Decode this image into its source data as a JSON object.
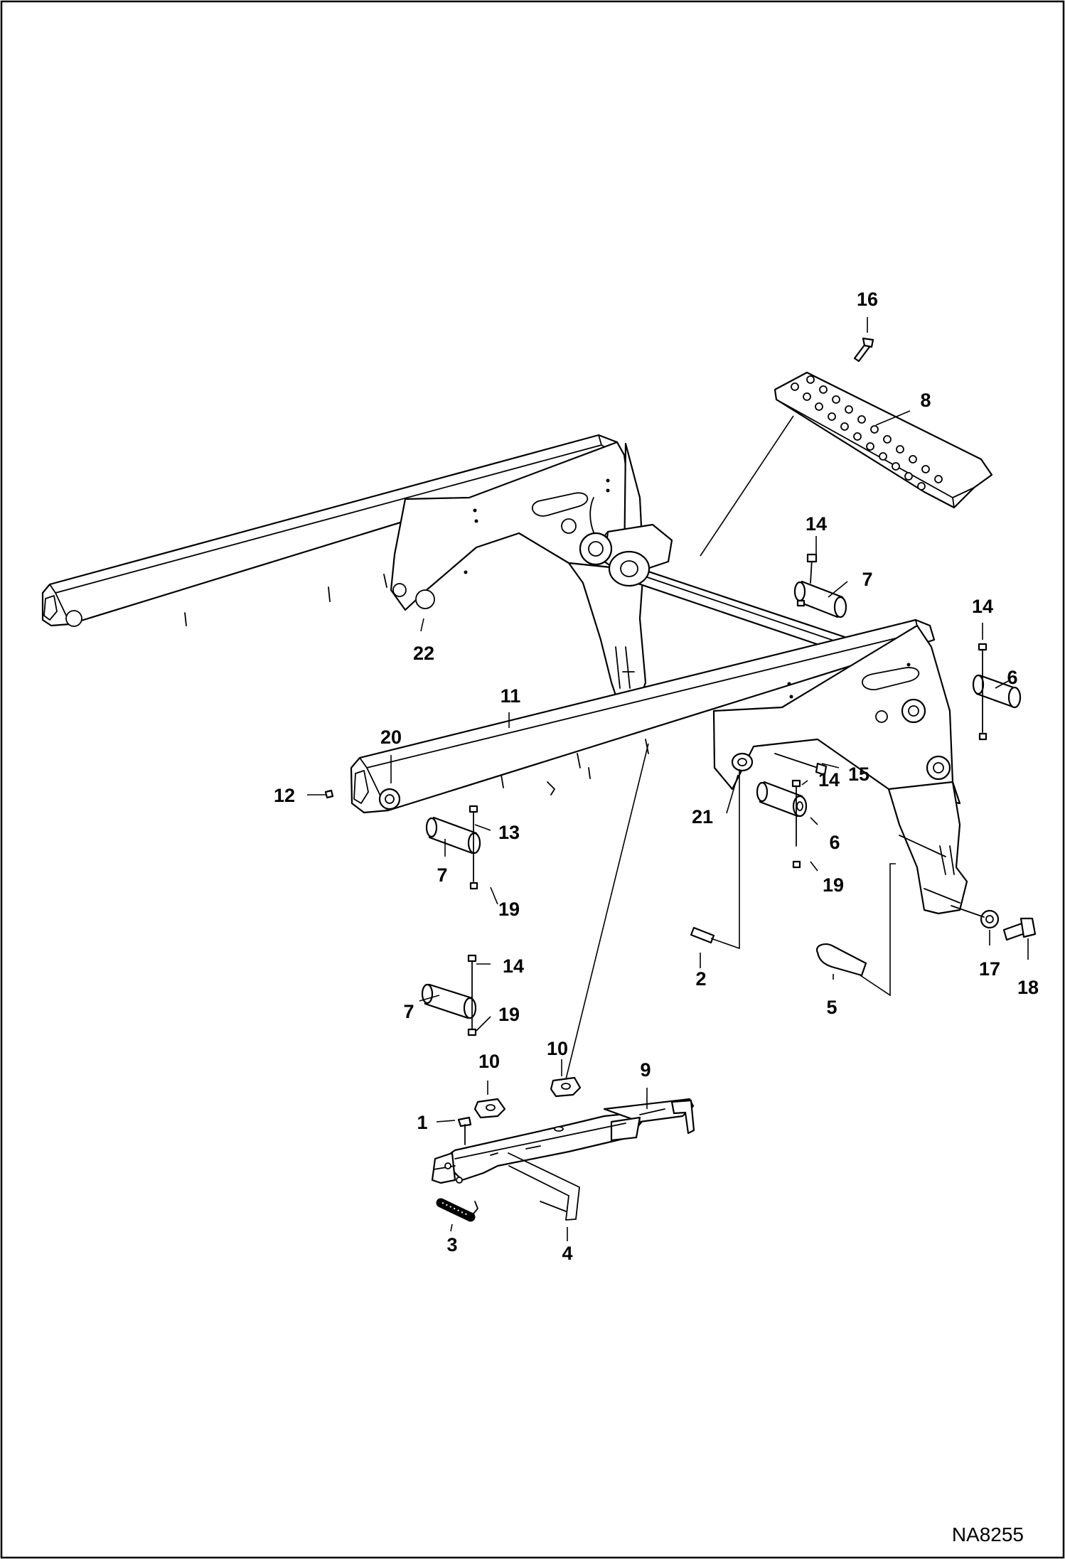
{
  "drawing_id": "NA8255",
  "callouts": [
    {
      "key": "c16",
      "text": "16"
    },
    {
      "key": "c8",
      "text": "8"
    },
    {
      "key": "c14a",
      "text": "14"
    },
    {
      "key": "c7a",
      "text": "7"
    },
    {
      "key": "c14b",
      "text": "14"
    },
    {
      "key": "c6a",
      "text": "6"
    },
    {
      "key": "c22",
      "text": "22"
    },
    {
      "key": "c11",
      "text": "11"
    },
    {
      "key": "c20",
      "text": "20"
    },
    {
      "key": "c12",
      "text": "12"
    },
    {
      "key": "c13",
      "text": "13"
    },
    {
      "key": "c7b",
      "text": "7"
    },
    {
      "key": "c19a",
      "text": "19"
    },
    {
      "key": "c21",
      "text": "21"
    },
    {
      "key": "c14c",
      "text": "14"
    },
    {
      "key": "c15",
      "text": "15"
    },
    {
      "key": "c6b",
      "text": "6"
    },
    {
      "key": "c19b",
      "text": "19"
    },
    {
      "key": "c2",
      "text": "2"
    },
    {
      "key": "c5",
      "text": "5"
    },
    {
      "key": "c17",
      "text": "17"
    },
    {
      "key": "c18",
      "text": "18"
    },
    {
      "key": "c14d",
      "text": "14"
    },
    {
      "key": "c7c",
      "text": "7"
    },
    {
      "key": "c19c",
      "text": "19"
    },
    {
      "key": "c10a",
      "text": "10"
    },
    {
      "key": "c10b",
      "text": "10"
    },
    {
      "key": "c9",
      "text": "9"
    },
    {
      "key": "c1",
      "text": "1"
    },
    {
      "key": "c3",
      "text": "3"
    },
    {
      "key": "c4",
      "text": "4"
    }
  ]
}
